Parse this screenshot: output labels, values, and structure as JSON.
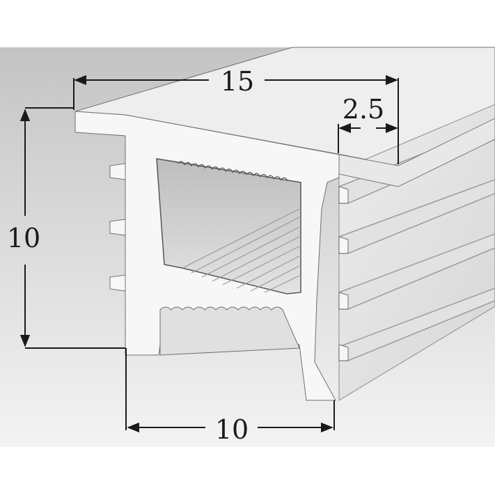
{
  "dimensions": {
    "top_width": "15",
    "lip_width": "2.5",
    "height": "10",
    "bottom_width": "10"
  },
  "colors": {
    "background_top": "#c9c9c9",
    "background_bottom": "#f2f2f2",
    "profile_face": "#f7f7f7",
    "profile_shadow": "#d9d9d9",
    "cavity": "#cfcfcf",
    "line": "#1a1a1a"
  }
}
